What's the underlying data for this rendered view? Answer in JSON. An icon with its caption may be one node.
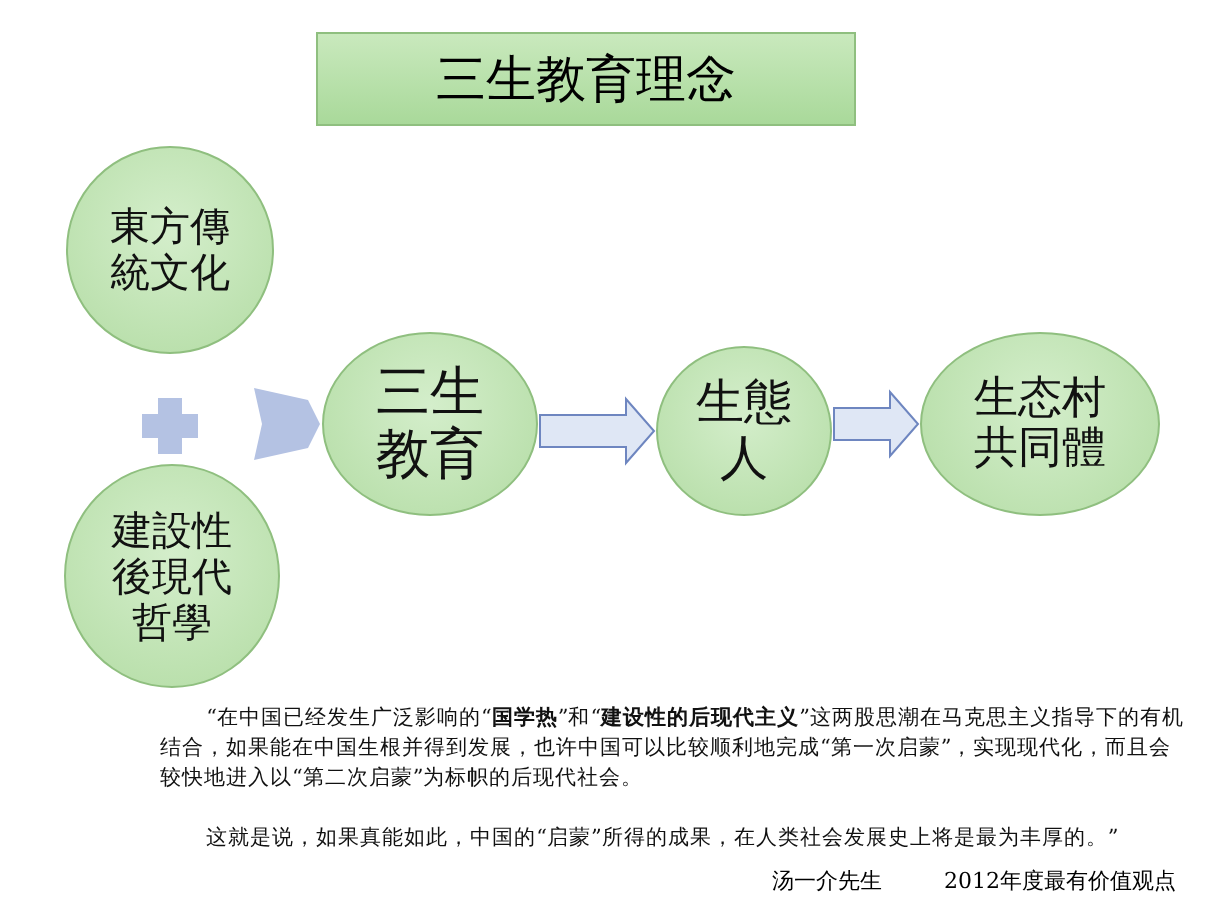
{
  "diagram": {
    "title": "三生教育理念",
    "nodes": [
      {
        "text": [
          "東方傳統文化"
        ]
      },
      {
        "text": [
          "建設性後現代哲學"
        ]
      },
      {
        "text": [
          "三生教育"
        ]
      },
      {
        "text": [
          "生態人"
        ]
      },
      {
        "text": [
          "生态村共同體"
        ]
      }
    ],
    "edges": [
      {
        "from": null,
        "to": 2,
        "arrow": "to"
      },
      {
        "from": 2,
        "to": 3,
        "arrow": "to"
      },
      {
        "from": 3,
        "to": 4,
        "arrow": "to"
      }
    ],
    "labels": [
      "“在中国已经发生广泛影响的“**国学热**”和“**建设性的后现代主义**”这两股思潮在马克思主义指导下的有机结合，如果能在中国生根并得到发展，也许中国可以比较顺利地完成“第一次启蒙”，实现现代化，而且会较快地进入以“第二次启蒙”为标帜的后现代社会。",
      "这就是说，如果真能如此，中国的“启蒙”所得的成果，在人类社会发展史上将是最为丰厚的。”",
      "汤一介先生",
      "2012年度最有价值观点"
    ]
  }
}
